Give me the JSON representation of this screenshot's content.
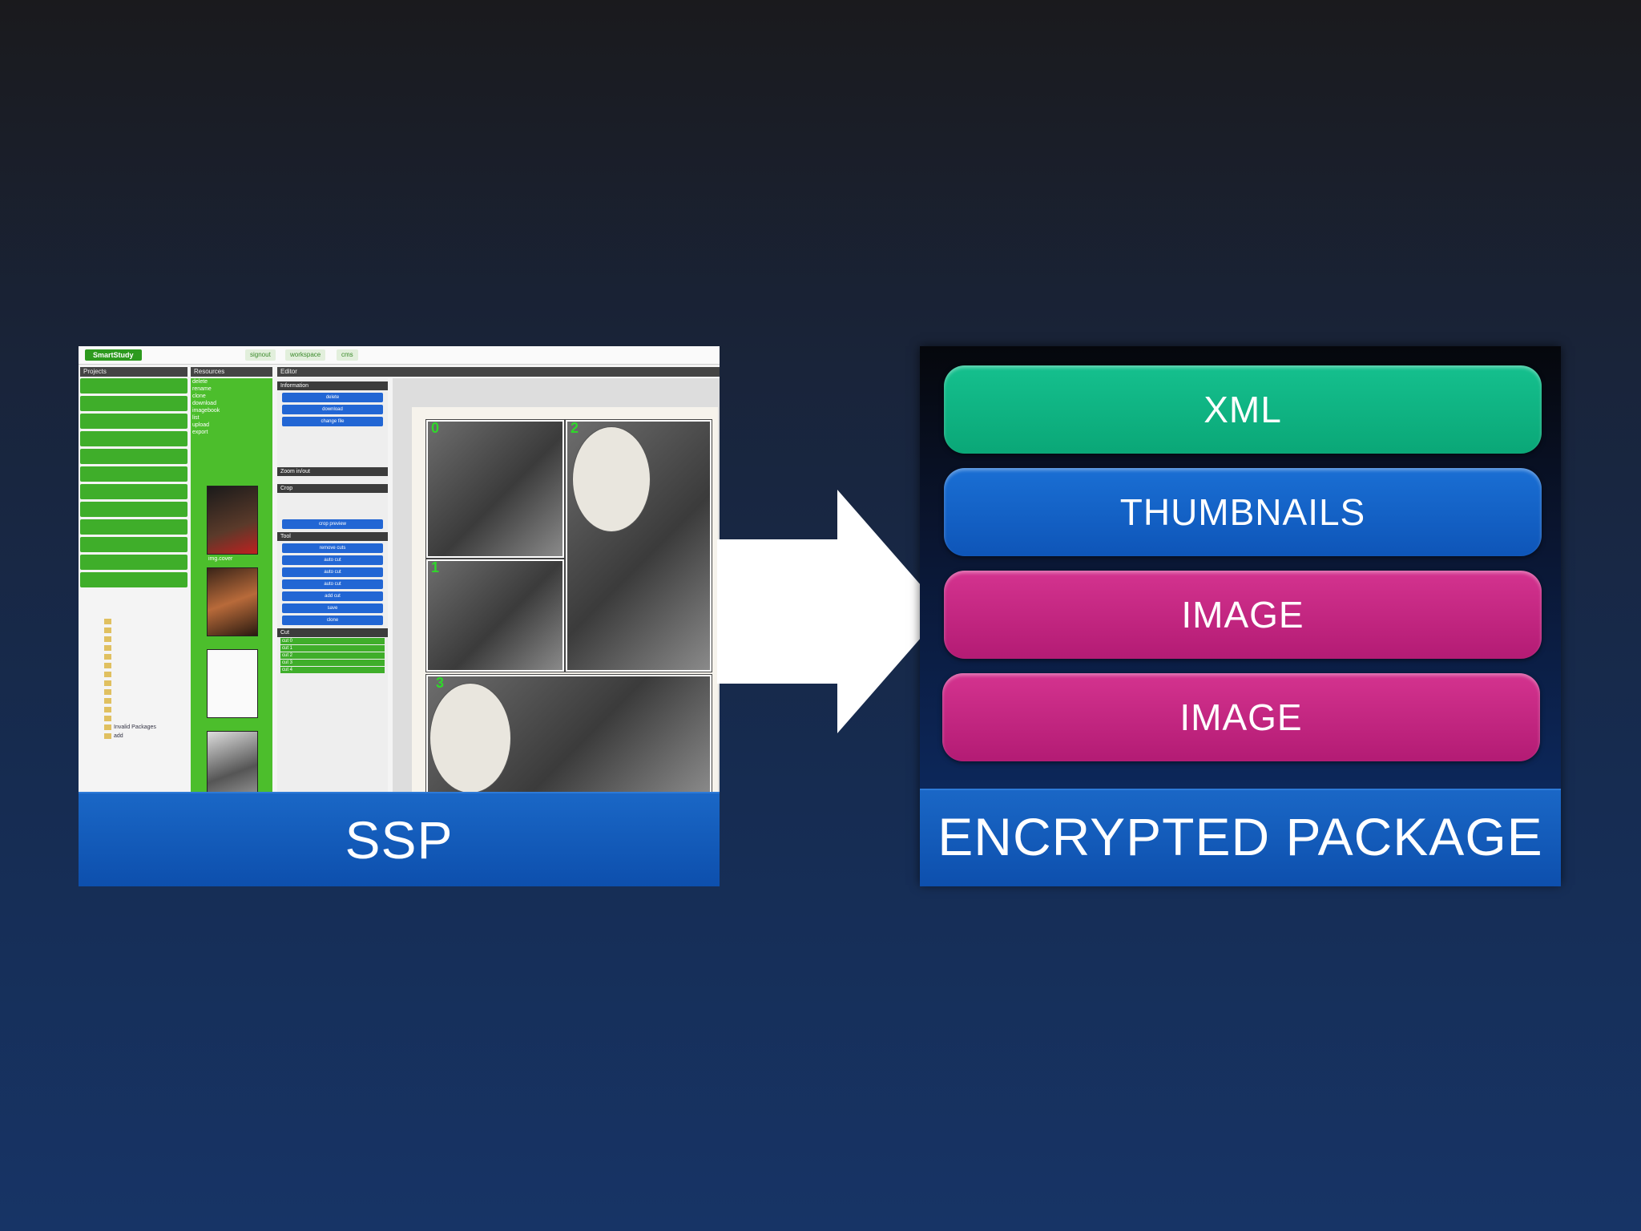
{
  "left": {
    "label": "SSP",
    "screenshot": {
      "brand": "SmartStudy",
      "nav": [
        "signout",
        "workspace",
        "cms"
      ],
      "columns": [
        "Projects",
        "Resources",
        "Editor"
      ],
      "resource_menu": [
        "delete",
        "rename",
        "clone",
        "download",
        "imagebook",
        "list",
        "upload",
        "export"
      ],
      "tool_headers": [
        "Information",
        "Zoom in/out",
        "Crop",
        "Tool",
        "Cut"
      ],
      "info_buttons": [
        "delete",
        "download",
        "change file"
      ],
      "tool_buttons": [
        "crop preview",
        "remove cuts",
        "auto cut",
        "add cut",
        "save",
        "clone"
      ],
      "cut_rows": [
        "cut 0",
        "cut 1",
        "cut 2",
        "cut 3",
        "cut 4"
      ],
      "thumb_captions": [
        "img.cover"
      ],
      "tree_extra": [
        "Invalid Packages",
        "add"
      ],
      "cut_numbers": [
        "0",
        "2",
        "1",
        "3"
      ]
    }
  },
  "right": {
    "label": "ENCRYPTED PACKAGE",
    "layers": [
      {
        "label": "XML",
        "color": "#0aa777"
      },
      {
        "label": "THUMBNAILS",
        "color": "#0e55b8"
      },
      {
        "label": "IMAGE",
        "color": "#b31b74"
      },
      {
        "label": "IMAGE",
        "color": "#b31b74"
      }
    ]
  },
  "colors": {
    "label_bar": "#0d4fad",
    "arrow": "#ffffff",
    "ui_green": "#3fae2a",
    "ui_blue": "#2266d4"
  }
}
